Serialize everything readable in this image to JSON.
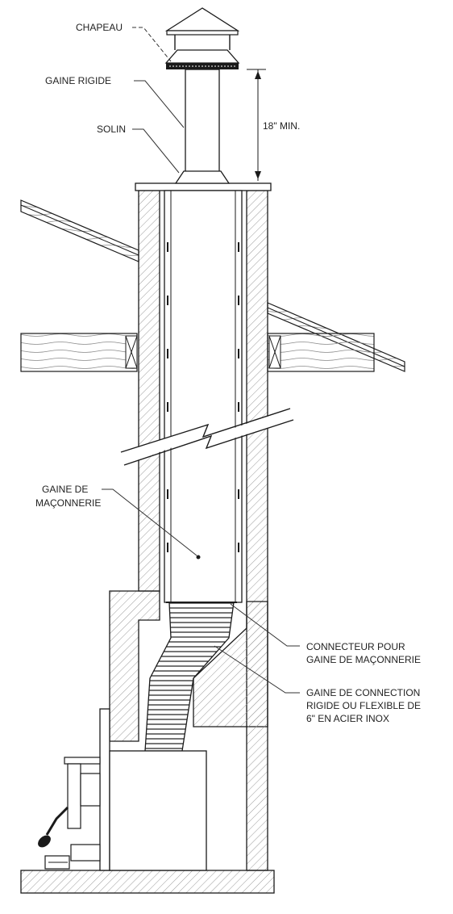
{
  "labels": {
    "cap": "CHAPEAU",
    "rigid_liner": "GAINE RIGIDE",
    "flashing": "SOLIN",
    "min_height": "18\" MIN.",
    "masonry_liner_1": "GAINE DE",
    "masonry_liner_2": "MAÇONNERIE",
    "connector_1": "CONNECTEUR POUR",
    "connector_2": "GAINE DE MAÇONNERIE",
    "connection_liner_1": "GAINE DE CONNECTION",
    "connection_liner_2": "RIGIDE OU FLEXIBLE DE",
    "connection_liner_3": "6\" EN ACIER INOX"
  },
  "colors": {
    "line": "#1a1a1a",
    "hatch": "#9a9a9a",
    "wood": "#6a6a6a",
    "fill": "#ffffff"
  }
}
